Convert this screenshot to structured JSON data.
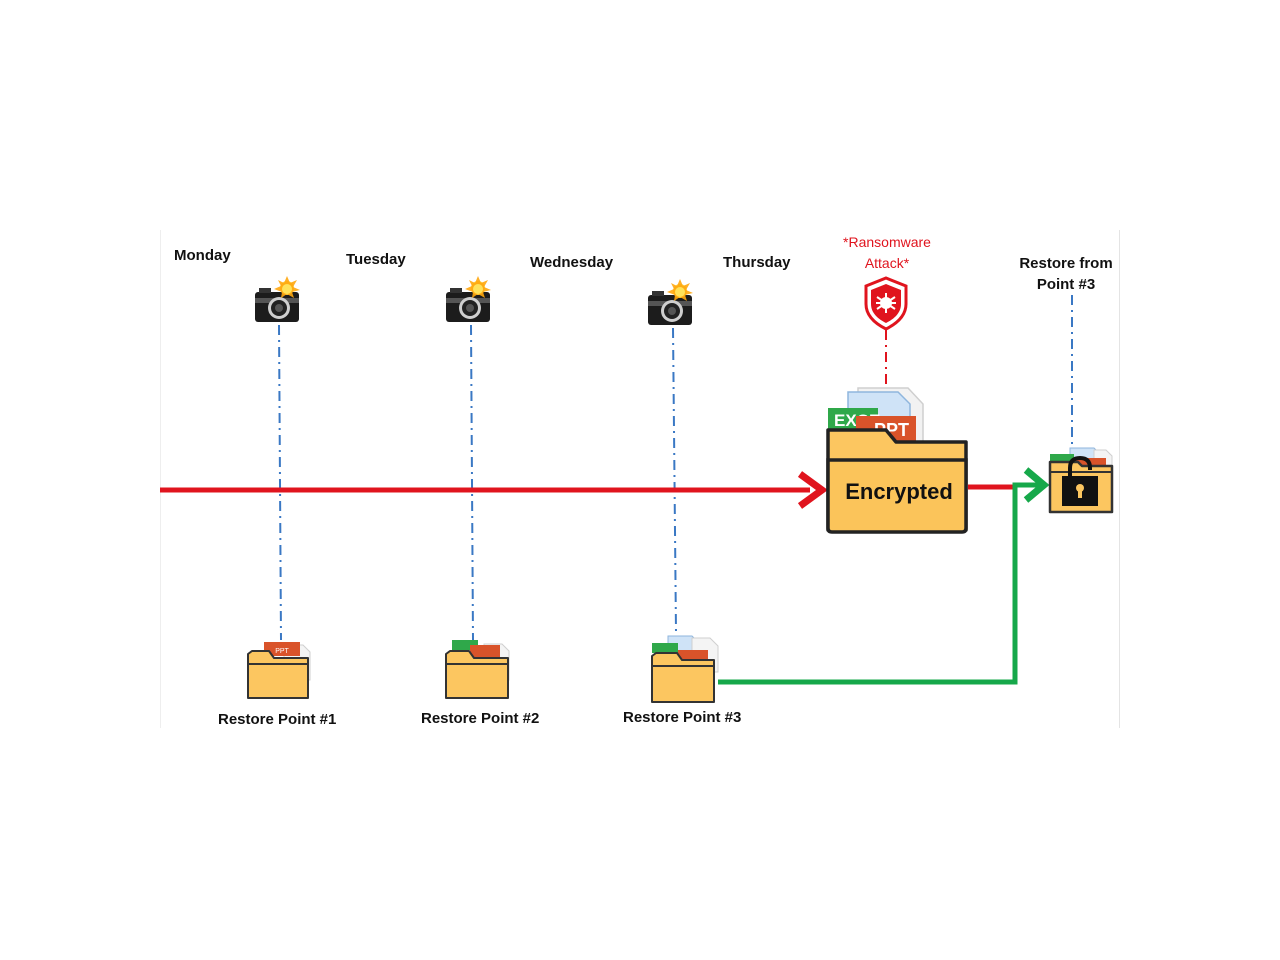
{
  "diagram": {
    "title": "Ransomware recovery via daily restore points",
    "days": [
      {
        "label": "Monday"
      },
      {
        "label": "Tuesday"
      },
      {
        "label": "Wednesday"
      },
      {
        "label": "Thursday"
      }
    ],
    "snapshots": [
      {
        "icon": "camera-icon",
        "restore_label": "Restore Point #1",
        "files": [
          "PPT"
        ]
      },
      {
        "icon": "camera-icon",
        "restore_label": "Restore Point #2",
        "files": [
          "EXCEL",
          "PPT"
        ]
      },
      {
        "icon": "camera-icon",
        "restore_label": "Restore Point #3",
        "files": [
          "WORD",
          "EXCEL",
          "PPT"
        ]
      }
    ],
    "attack": {
      "label_line1": "*Ransomware",
      "label_line2": "Attack*",
      "icon": "shield-virus-icon",
      "folder_label": "Encrypted",
      "files": [
        "WORD",
        "EXCEL",
        "PPT"
      ]
    },
    "restore": {
      "label_line1": "Restore from",
      "label_line2": "Point #3",
      "icon": "unlocked-folder-icon",
      "files": [
        "WORD",
        "EXCEL",
        "PPT"
      ]
    },
    "colors": {
      "timeline": "#e0141e",
      "restore_path": "#16a84a",
      "connector": "#3a78c4",
      "folder": "#fcc660",
      "folder_outline": "#222222",
      "ppt": "#d9532a",
      "excel": "#2fa84a",
      "word": "#4a90d9",
      "attack": "#e0141e"
    }
  }
}
